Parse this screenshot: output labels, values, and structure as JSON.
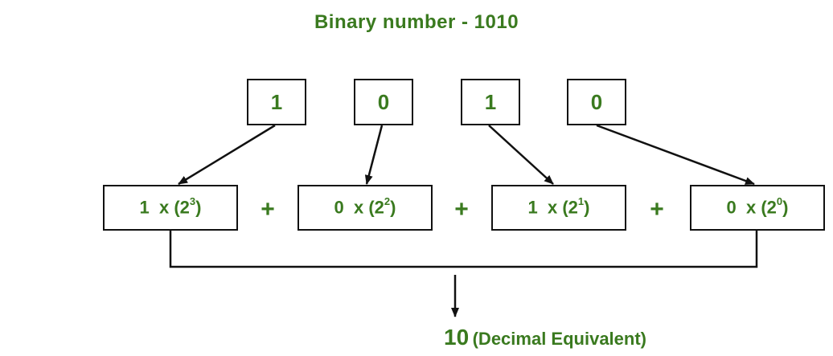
{
  "title": "Binary number - 1010",
  "colors": {
    "accent": "#3a7a1f",
    "stroke": "#111111"
  },
  "bits": [
    "1",
    "0",
    "1",
    "0"
  ],
  "terms": [
    {
      "digit": "1",
      "op": "x",
      "base": "(2",
      "exp": "3",
      "close": ")"
    },
    {
      "digit": "0",
      "op": "x",
      "base": "(2",
      "exp": "2",
      "close": ")"
    },
    {
      "digit": "1",
      "op": "x",
      "base": "(2",
      "exp": "1",
      "close": ")"
    },
    {
      "digit": "0",
      "op": "x",
      "base": "(2",
      "exp": "0",
      "close": ")"
    }
  ],
  "operators": [
    "+",
    "+",
    "+"
  ],
  "result": {
    "value": "10",
    "label": "(Decimal Equivalent)"
  }
}
